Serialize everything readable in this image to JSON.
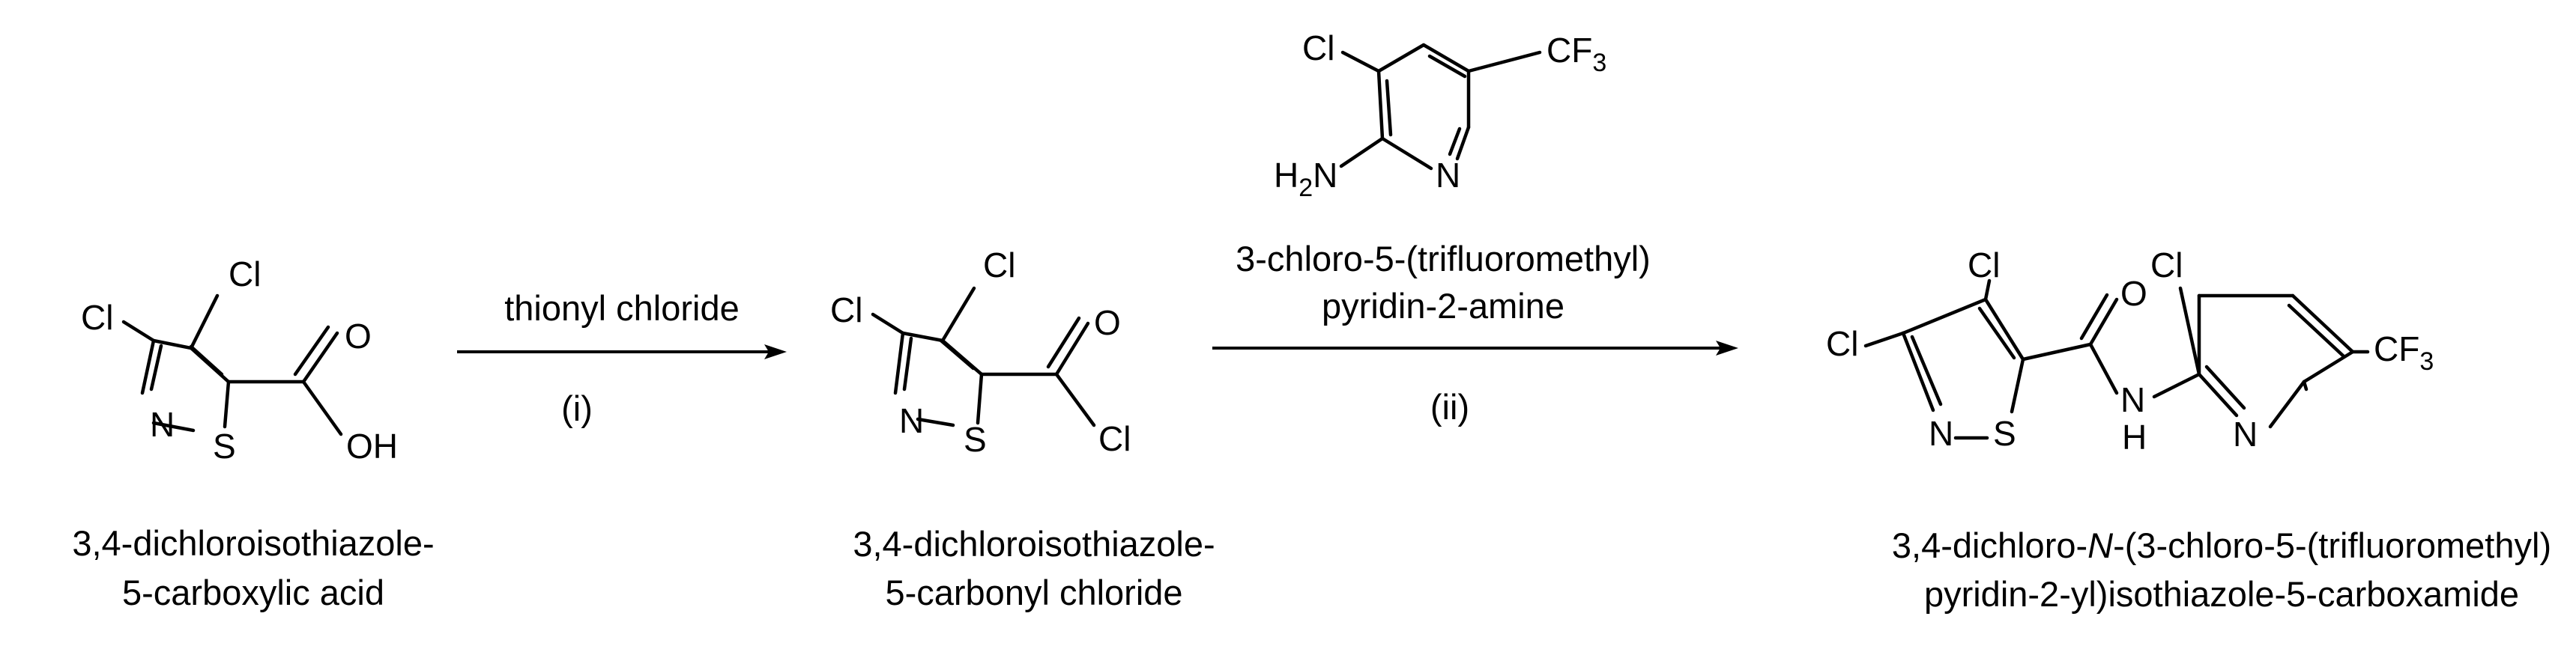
{
  "reactant": {
    "atoms": {
      "cl_a": "Cl",
      "cl_b": "Cl",
      "n": "N",
      "s": "S",
      "o": "O",
      "oh": "OH"
    },
    "name_line1": "3,4-dichloroisothiazole-",
    "name_line2": "5-carboxylic acid"
  },
  "step1": {
    "reagent": "thionyl chloride",
    "label": "(i)"
  },
  "intermediate": {
    "atoms": {
      "cl_a": "Cl",
      "cl_b": "Cl",
      "n": "N",
      "s": "S",
      "o": "O",
      "cl_c": "Cl"
    },
    "name_line1": "3,4-dichloroisothiazole-",
    "name_line2": "5-carbonyl chloride"
  },
  "reagent2": {
    "atoms": {
      "cl": "Cl",
      "cf3": "CF",
      "cf3_sub": "3",
      "h2n_h": "H",
      "h2n_sub": "2",
      "h2n_n": "N",
      "n": "N"
    },
    "name_line1": "3-chloro-5-(trifluoromethyl)",
    "name_line2": "pyridin-2-amine"
  },
  "step2": {
    "label": "(ii)"
  },
  "product": {
    "atoms": {
      "cl_a": "Cl",
      "cl_b": "Cl",
      "n1": "N",
      "s": "S",
      "o": "O",
      "nh_n": "N",
      "nh_h": "H",
      "cl_c": "Cl",
      "cf3": "CF",
      "cf3_sub": "3",
      "n2": "N"
    },
    "name_line1_pre": "3,4-dichloro-",
    "name_line1_italic": "N",
    "name_line1_post": "-(3-chloro-5-(trifluoromethyl)",
    "name_line2": "pyridin-2-yl)isothiazole-5-carboxamide"
  }
}
